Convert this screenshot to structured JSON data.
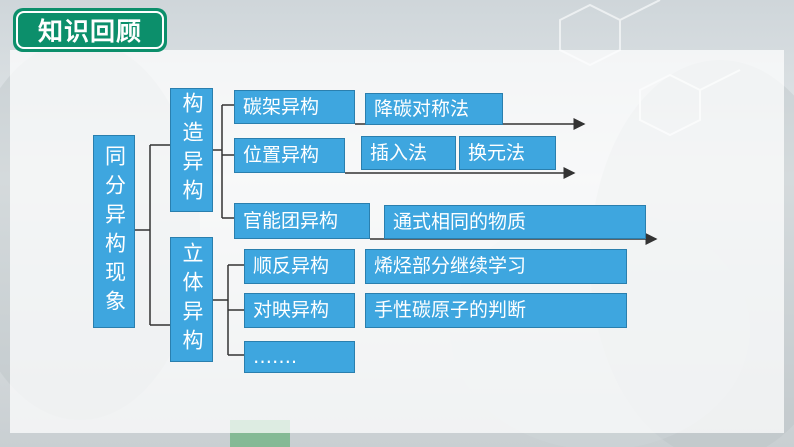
{
  "title": "知识回顾",
  "root": "同分异构现象",
  "branches": [
    {
      "label": "构造异构",
      "items": [
        {
          "label": "碳架异构",
          "details": [
            "降碳对称法"
          ]
        },
        {
          "label": "位置异构",
          "details": [
            "插入法",
            "换元法"
          ]
        },
        {
          "label": "官能团异构",
          "details": [
            "通式相同的物质"
          ]
        }
      ]
    },
    {
      "label": "立体异构",
      "items": [
        {
          "label": "顺反异构",
          "details": [
            "烯烃部分继续学习"
          ]
        },
        {
          "label": "对映异构",
          "details": [
            "手性碳原子的判断"
          ]
        },
        {
          "label": "……."
        }
      ]
    }
  ],
  "colors": {
    "box_fill": "#3ea6df",
    "title_badge": "#0c8f6b",
    "connector": "#333333"
  }
}
